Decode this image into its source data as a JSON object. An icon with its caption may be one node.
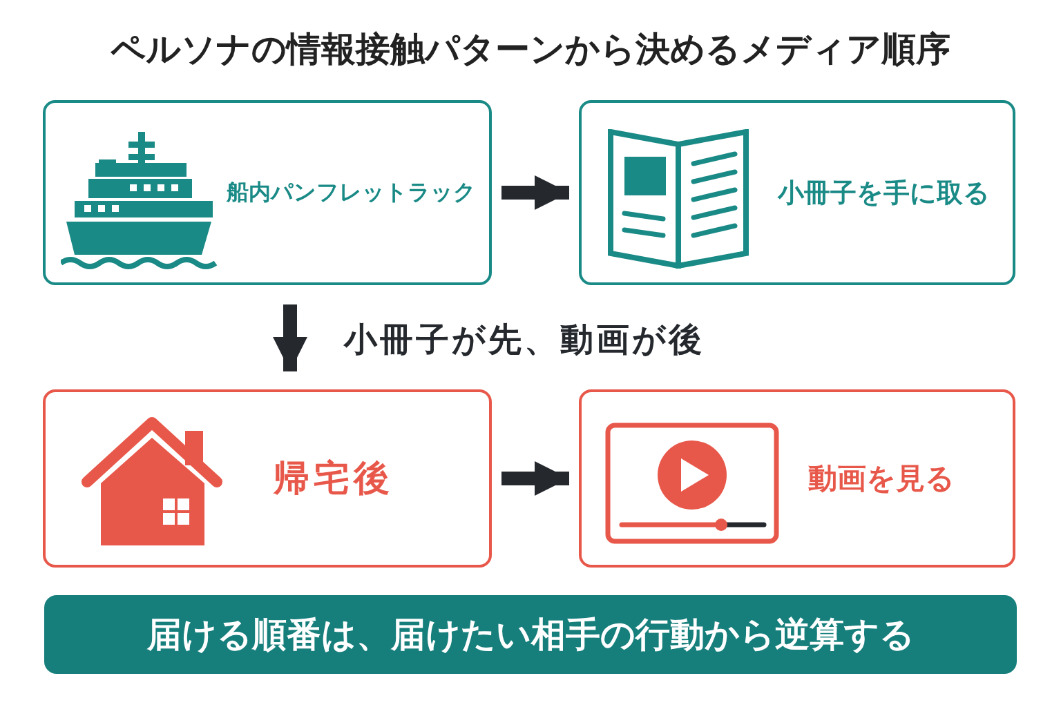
{
  "diagram": {
    "title": "ペルソナの情報接触パターンから決めるメディア順序",
    "nodes": [
      {
        "text": [
          "船内パンフレットラック"
        ]
      },
      {
        "text": [
          "小冊子を手に取る"
        ]
      },
      {
        "text": [
          "帰宅後"
        ]
      },
      {
        "text": [
          "動画を見る"
        ]
      },
      {
        "text": [
          "届ける順番は、届けたい相手の行動から逆算する"
        ]
      }
    ],
    "edges": [
      {
        "from": 0,
        "to": 1,
        "arrow": "to"
      },
      {
        "from": 0,
        "to": 2,
        "arrow": "to"
      },
      {
        "from": 2,
        "to": 3,
        "arrow": "to"
      }
    ],
    "labels": [
      "小冊子が先、動画が後"
    ]
  }
}
